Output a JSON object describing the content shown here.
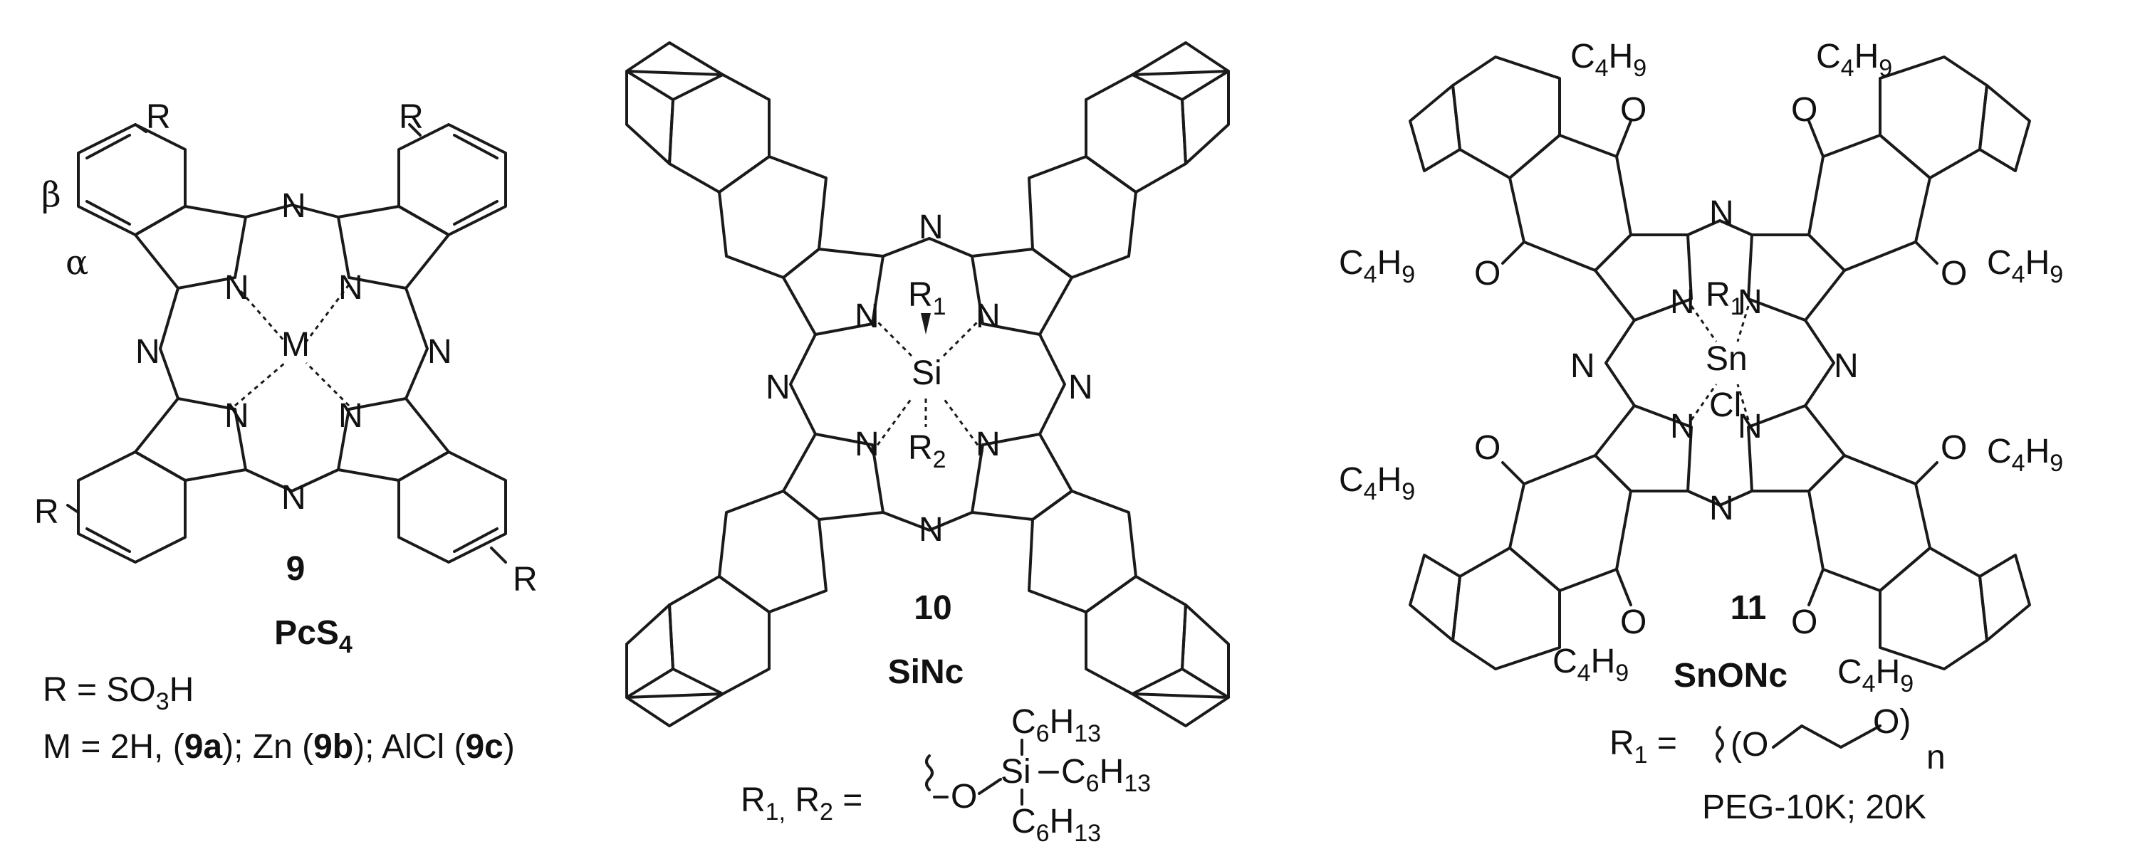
{
  "compounds": [
    {
      "id": "9",
      "name": "PcS",
      "name_sub": "4",
      "atoms": {
        "metal": "M",
        "nitrogen": "N",
        "substituent": "R",
        "alpha": "α",
        "beta": "β"
      },
      "definition_line1": {
        "lhs": "R = SO",
        "sub": "3",
        "rest": "H"
      },
      "definition_line2": {
        "text1": "M = 2H, (",
        "b1": "9a",
        "text2": ");  Zn (",
        "b2": "9b",
        "text3": "); AlCl (",
        "b3": "9c",
        "text4": ")"
      }
    },
    {
      "id": "10",
      "name": "SiNc",
      "atoms": {
        "metal": "Si",
        "r1": "R",
        "r1_sub": "1",
        "r2": "R",
        "r2_sub": "2",
        "nitrogen": "N"
      },
      "definition": {
        "lhs": "R",
        "lhs_sub1": "1,",
        "lhs_mid": " R",
        "lhs_sub2": "2",
        "eq": " =",
        "o": "O",
        "si": "Si",
        "chain": "C",
        "chain_sub1": "6",
        "chain_h": "H",
        "chain_sub2": "13"
      }
    },
    {
      "id": "11",
      "name": "SnONc",
      "atoms": {
        "metal": "Sn",
        "r1": "R",
        "r1_sub": "1",
        "cl": "Cl",
        "nitrogen": "N",
        "oxygen": "O",
        "butyl": "C",
        "butyl_sub1": "4",
        "butyl_h": "H",
        "butyl_sub2": "9"
      },
      "definition": {
        "lhs": "R",
        "lhs_sub": "1",
        "eq": " =",
        "open": "(O",
        "close": "O)",
        "n": "n"
      },
      "peg": "PEG-10K; 20K"
    }
  ]
}
